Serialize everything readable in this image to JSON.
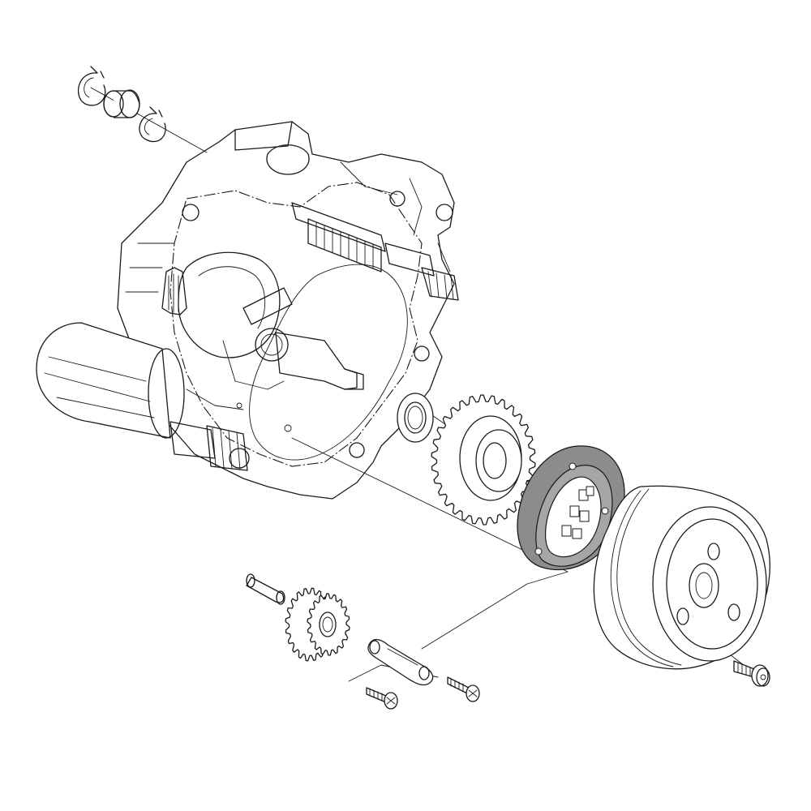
{
  "diagram": {
    "type": "exploded-parts-view",
    "highlight_color": "#8c8c8c",
    "line_color": "#1a1a1a",
    "background": "#ffffff",
    "highlighted_part": "starter-clutch-one-way-bearing",
    "parts": [
      "circlip-upper",
      "bushing",
      "circlip-lower",
      "crankcase",
      "starter-motor",
      "oil-seal",
      "starter-driven-gear",
      "starter-clutch-one-way-bearing",
      "flywheel-rotor",
      "rotor-bolt",
      "idler-shaft",
      "idler-gear",
      "retaining-plate",
      "plate-screw-left",
      "plate-screw-right"
    ]
  }
}
